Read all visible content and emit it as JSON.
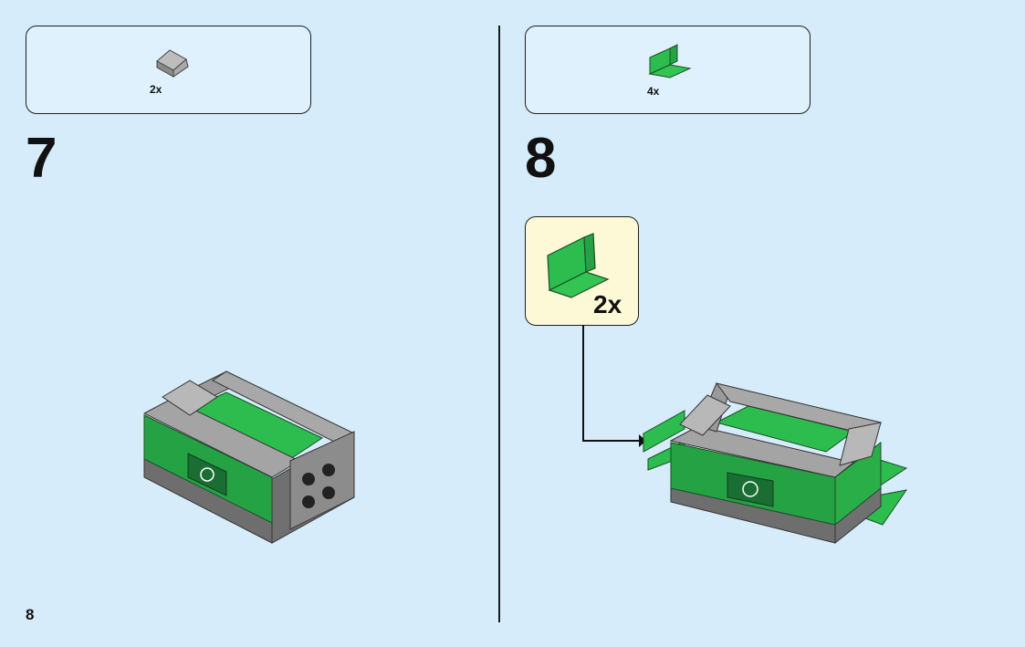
{
  "page_number": "8",
  "steps": [
    {
      "number": "7",
      "parts": {
        "quantity": "2x",
        "piece": "light-gray-slope-brick"
      }
    },
    {
      "number": "8",
      "parts": {
        "quantity": "4x",
        "piece": "green-bracket-plate"
      },
      "callout": {
        "quantity": "2x",
        "piece": "green-bracket-plate"
      }
    }
  ],
  "colors": {
    "background": "#d6ecfa",
    "parts_box": "#dff1fd",
    "callout": "#fdf8d6",
    "green": "#25a244",
    "gray": "#8e8e8e"
  }
}
